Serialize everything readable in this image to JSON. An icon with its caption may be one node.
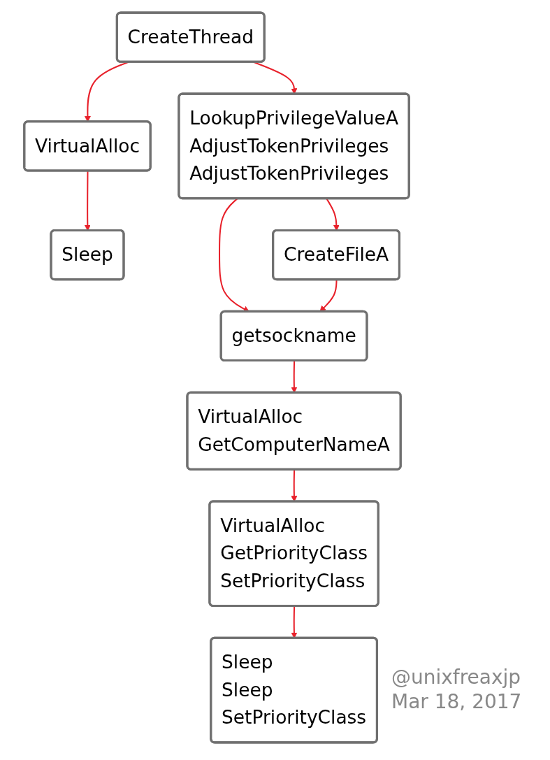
{
  "diagram": {
    "nodes": [
      {
        "text": [
          "CreateThread"
        ]
      },
      {
        "text": [
          "VirtualAlloc"
        ]
      },
      {
        "text": [
          "Sleep"
        ]
      },
      {
        "text": [
          "LookupPrivilegeValueA",
          "AdjustTokenPrivileges",
          "AdjustTokenPrivileges"
        ]
      },
      {
        "text": [
          "CreateFileA"
        ]
      },
      {
        "text": [
          "getsockname"
        ]
      },
      {
        "text": [
          "VirtualAlloc",
          "GetComputerNameA"
        ]
      },
      {
        "text": [
          "VirtualAlloc",
          "GetPriorityClass",
          "SetPriorityClass"
        ]
      },
      {
        "text": [
          "Sleep",
          "Sleep",
          "SetPriorityClass"
        ]
      }
    ],
    "edges": [
      {
        "from": 0,
        "to": 1,
        "arrow": "to"
      },
      {
        "from": 0,
        "to": 3,
        "arrow": "to"
      },
      {
        "from": 1,
        "to": 2,
        "arrow": "to"
      },
      {
        "from": 3,
        "to": 4,
        "arrow": "to"
      },
      {
        "from": 3,
        "to": 5,
        "arrow": "to"
      },
      {
        "from": 4,
        "to": 5,
        "arrow": "to"
      },
      {
        "from": 5,
        "to": 6,
        "arrow": "to"
      },
      {
        "from": 6,
        "to": 7,
        "arrow": "to"
      },
      {
        "from": 7,
        "to": 8,
        "arrow": "to"
      }
    ],
    "labels": [
      "@unixfreaxjp",
      "Mar 18, 2017"
    ]
  }
}
